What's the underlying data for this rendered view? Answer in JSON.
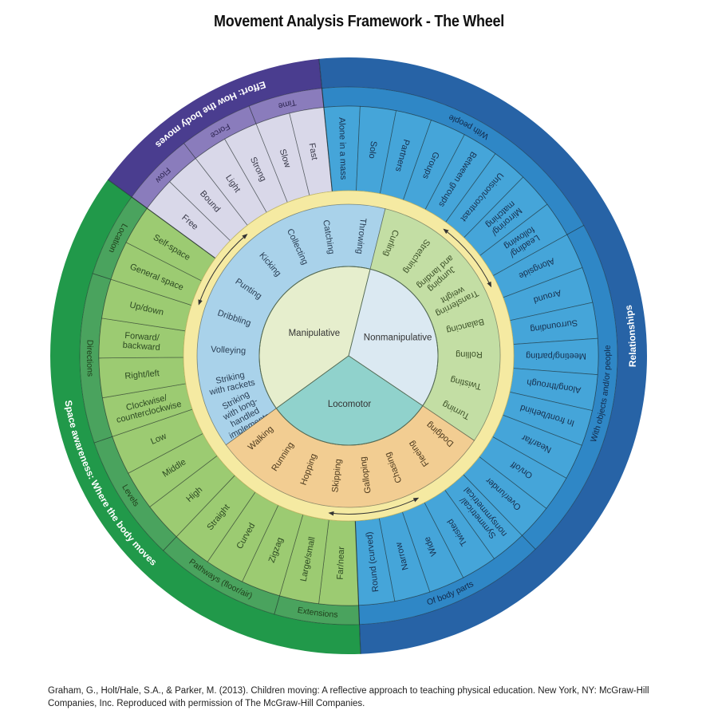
{
  "title": "Movement Analysis Framework - The Wheel",
  "citation": "Graham, G., Holt/Hale, S.A., & Parker, M. (2013). Children moving: A reflective approach to teaching physical education. New York, NY: McGraw-Hill Companies, Inc. Reproduced with permission of The McGraw-Hill Companies.",
  "wheel": {
    "outer": [
      {
        "title": "Effort: How the body moves",
        "colors": {
          "outer": "#4a3d8f",
          "sub": "#8a7cbc",
          "items": "#d9d8e9",
          "sub_text": "#2c2450",
          "item_text": "#3a3a4a"
        },
        "subcategories": [
          {
            "label": "Flow",
            "items": [
              "Free",
              "Bound"
            ]
          },
          {
            "label": "Force",
            "items": [
              "Light",
              "Strong"
            ]
          },
          {
            "label": "Time",
            "items": [
              "Slow",
              "Fast"
            ]
          }
        ]
      },
      {
        "title": "Relationships",
        "colors": {
          "outer": "#2763a6",
          "sub": "#2f87c6",
          "items": "#45a5d9",
          "sub_text": "#12294a",
          "item_text": "#17304f"
        },
        "subcategories": [
          {
            "label": "With people",
            "items": [
              "Alone in a mass",
              "Solo",
              "Partners",
              "Groups",
              "Between groups",
              "Unison/contrast",
              [
                "Mirroring/",
                "matching"
              ],
              [
                "Leading/",
                "following"
              ]
            ]
          },
          {
            "label": "With objects and/or people",
            "items": [
              "Alongside",
              "Around",
              "Surrounding",
              "Meeting/parting",
              "Along/through",
              "In front/behind",
              "Near/far",
              "On/off",
              "Over/under"
            ]
          },
          {
            "label": "Of body parts",
            "items": [
              [
                "Symmetrical/",
                "nonsymmetrical"
              ],
              "Twisted",
              "Wide",
              "Narrow",
              "Round (curved)"
            ]
          }
        ]
      },
      {
        "title": "Space awareness: Where the body moves",
        "colors": {
          "outer": "#21994a",
          "sub": "#4aa35e",
          "items": "#9ccb72",
          "sub_text": "#1f3f1a",
          "item_text": "#2d4a22"
        },
        "subcategories": [
          {
            "label": "Extensions",
            "items": [
              "Far/near",
              "Large/small"
            ]
          },
          {
            "label": "Pathways (floor/air)",
            "items": [
              "Zigzag",
              "Curved",
              "Straight"
            ]
          },
          {
            "label": "Levels",
            "items": [
              "High",
              "Middle",
              "Low"
            ]
          },
          {
            "label": "Directions",
            "items": [
              [
                "Clockwise/",
                "counterclockwise"
              ],
              "Right/left",
              [
                "Forward/",
                "backward"
              ],
              "Up/down"
            ]
          },
          {
            "label": "Location",
            "items": [
              "General space",
              "Self-space"
            ]
          }
        ]
      }
    ],
    "inner": [
      {
        "title": "Manipulative",
        "colors": {
          "ring": "#a9d2ea",
          "pie": "#e6eecd",
          "text": "#2a3f55"
        },
        "items": [
          [
            "Striking",
            "with long-",
            "handled",
            "implements"
          ],
          [
            "Striking",
            "with rackets"
          ],
          "Volleying",
          "Dribbling",
          "Punting",
          "Kicking",
          "Collecting",
          "Catching",
          "Throwing"
        ]
      },
      {
        "title": "Nonmanipulative",
        "colors": {
          "ring": "#c3dea4",
          "pie": "#dbe9f2",
          "text": "#3d5229"
        },
        "items": [
          "Curling",
          "Stretching",
          [
            "Jumping",
            "and landing"
          ],
          [
            "Transferring",
            "weight"
          ],
          "Balancing",
          "Rolling",
          "Twisting",
          "Turning"
        ]
      },
      {
        "title": "Locomotor",
        "colors": {
          "ring": "#f2cd92",
          "pie": "#90d2cc",
          "text": "#4d3a1e"
        },
        "items": [
          "Dodging",
          "Fleeing",
          "Chasing",
          "Galloping",
          "Skipping",
          "Hopping",
          "Running",
          "Walking"
        ]
      }
    ],
    "yellow_ring_color": "#f5eaa2"
  }
}
